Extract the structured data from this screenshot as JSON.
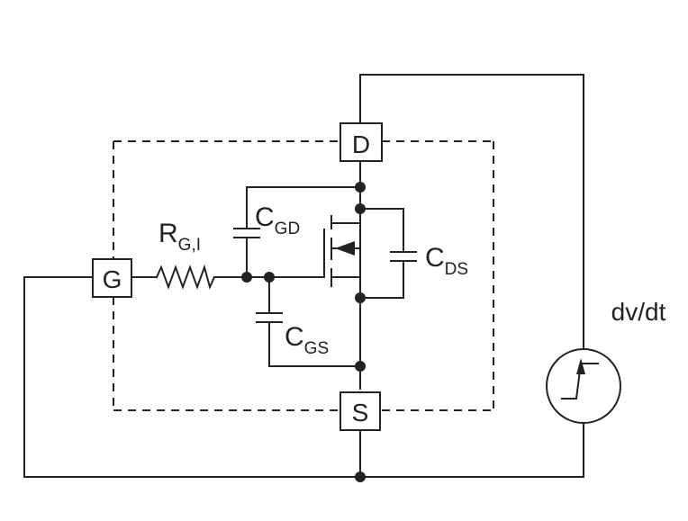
{
  "terminals": {
    "drain": "D",
    "gate": "G",
    "source": "S"
  },
  "components": {
    "gate_resistor": {
      "main": "R",
      "sub": "G,I"
    },
    "cap_gd": {
      "main": "C",
      "sub": "GD"
    },
    "cap_gs": {
      "main": "C",
      "sub": "GS"
    },
    "cap_ds": {
      "main": "C",
      "sub": "DS"
    }
  },
  "source_label": "dv/dt",
  "colors": {
    "line": "#222222",
    "background": "#ffffff"
  }
}
